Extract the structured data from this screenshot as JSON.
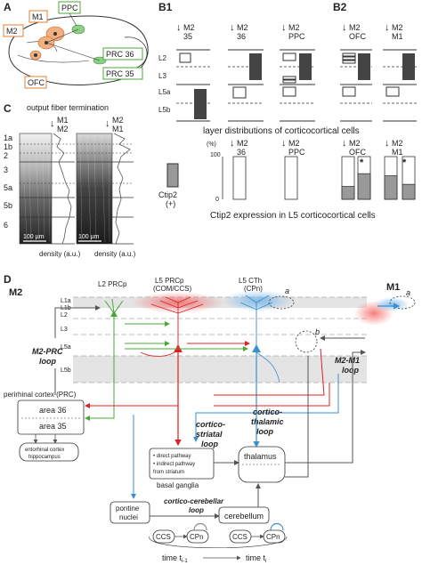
{
  "panel_a": {
    "label": "A",
    "areas": [
      "PPC",
      "M1",
      "M2",
      "PRC 36",
      "PRC 35",
      "OFC"
    ]
  },
  "panel_b1": {
    "label": "B1",
    "col1": [
      "M2",
      "35"
    ],
    "col2": [
      "M2",
      "36"
    ],
    "col3": [
      "M2",
      "PPC"
    ]
  },
  "panel_b2": {
    "label": "B2",
    "col1": [
      "M2",
      "OFC"
    ],
    "col2": [
      "M2",
      "M1"
    ]
  },
  "layers_b": [
    "L2",
    "L3",
    "L5a",
    "L5b"
  ],
  "caption_layer": "layer distributions of corticocortical cells",
  "ctip2": {
    "ylabel": "(%)",
    "y100": "100",
    "y0": "0",
    "legend_line1": "Ctip2",
    "legend_line2": "(+)",
    "b1_col1": [
      "M2",
      "36"
    ],
    "b1_col2": [
      "M2",
      "PPC"
    ],
    "asterisk": "*",
    "caption": "Ctip2 expression in L5 corticocortical cells"
  },
  "chart_data": {
    "type": "bar",
    "title": "Ctip2 expression in L5 corticocortical cells",
    "ylabel": "(%)",
    "ylim": [
      0,
      100
    ],
    "series": [
      {
        "name": "Ctip2 (+)",
        "values": [
          0,
          0,
          30,
          60,
          55,
          35
        ]
      }
    ],
    "categories": [
      "M2←36",
      "M2←PPC",
      "M2←OFC (1)",
      "M2←OFC (2)",
      "M2←M1 (1)",
      "M2←M1 (2)"
    ]
  },
  "panel_c": {
    "label": "C",
    "title": "output fiber termination",
    "col1": [
      "M1",
      "M2"
    ],
    "col2": [
      "M2",
      "M1"
    ],
    "layers": [
      "1a",
      "1b",
      "2",
      "3",
      "5a",
      "5b",
      "6"
    ],
    "scale": "100 µm",
    "xlabel": "density (a.u.)"
  },
  "panel_d": {
    "label": "D",
    "m2": "M2",
    "m1": "M1",
    "l2prcp": "L2 PRCp",
    "l5prcp": "L5 PRCp",
    "l5prcp_sub": "(COM/CCS)",
    "l5cth": "L5 CTh",
    "l5cth_sub": "(CPn)",
    "layers": [
      "L1a",
      "L1b",
      "L2",
      "L3",
      "L5a",
      "L5b"
    ],
    "a": "a",
    "b": "b",
    "m2prc_loop_1": "M2-PRC",
    "m2prc_loop_2": "loop",
    "m2m1_loop_1": "M2-M1",
    "m2m1_loop_2": "loop",
    "prc": "perirhinal cortex (PRC)",
    "area36": "area 36",
    "area35": "area 35",
    "entorhinal_1": "entorhinal cortex",
    "entorhinal_2": "hippocampus",
    "cortico_striatal_1": "cortico-",
    "cortico_striatal_2": "striatal",
    "cortico_striatal_3": "loop",
    "cortico_thalamic_1": "cortico-",
    "cortico_thalamic_2": "thalamic",
    "cortico_thalamic_3": "loop",
    "bg_item1": "• direct pathway",
    "bg_item2": "• indirect pathway",
    "bg_item3": "  from striatum",
    "basal_ganglia": "basal ganglia",
    "thalamus": "thalamus",
    "pontine_1": "pontine",
    "pontine_2": "nuclei",
    "cerebellar_1": "cortico-cerebellar",
    "cerebellar_2": "loop",
    "cerebellum": "cerebellum",
    "ccs": "CCS",
    "cpn": "CPn",
    "time1": "time t",
    "time1_sub": "i-1",
    "time2": "time t",
    "time2_sub": "i"
  }
}
